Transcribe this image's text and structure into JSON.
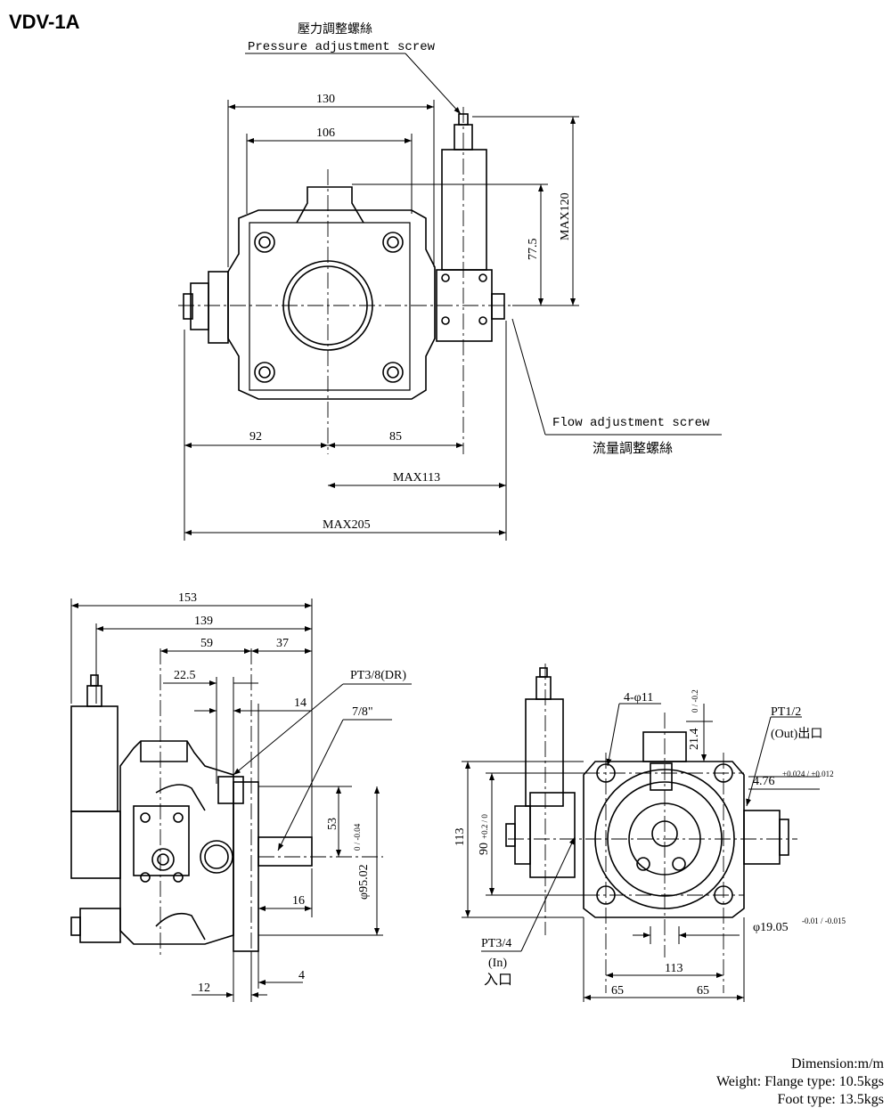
{
  "title": "VDV-1A",
  "labels": {
    "pressure_cn": "壓力調整螺絲",
    "pressure_en": "Pressure adjustment screw",
    "flow_en": "Flow adjustment screw",
    "flow_cn": "流量調整螺絲",
    "pt38": "PT3/8(DR)",
    "inch78": "7/8\"",
    "bore": "4-φ11",
    "pt12": "PT1/2",
    "out": "(Out)出口",
    "pt34": "PT3/4",
    "in_en": "(In)",
    "in_cn": "入口"
  },
  "dims_top": {
    "d130": "130",
    "d106": "106",
    "d775": "77.5",
    "max120": "MAX120",
    "d92": "92",
    "d85": "85",
    "max113": "MAX113",
    "max205": "MAX205"
  },
  "dims_side": {
    "d153": "153",
    "d139": "139",
    "d59": "59",
    "d37": "37",
    "d225": "22.5",
    "d14": "14",
    "d53": "53",
    "d9502": "φ95.02",
    "tol9502": "0 / -0.04",
    "d16": "16",
    "d12": "12",
    "d4": "4"
  },
  "dims_front": {
    "d214": "21.4",
    "tol214": "0 / -0.2",
    "d476": "4.76",
    "tol476": "+0.024 / +0.012",
    "d113v": "113",
    "d90": "90",
    "tol90": "+0.2 / 0",
    "d1905": "φ19.05",
    "tol1905": "-0.01 / -0.015",
    "d113h": "113",
    "d65a": "65",
    "d65b": "65"
  },
  "footer": {
    "dimension": "Dimension:m/m",
    "weight_label": "Weight:",
    "flange": "Flange type: 10.5kgs",
    "foot": "Foot type: 13.5kgs"
  }
}
